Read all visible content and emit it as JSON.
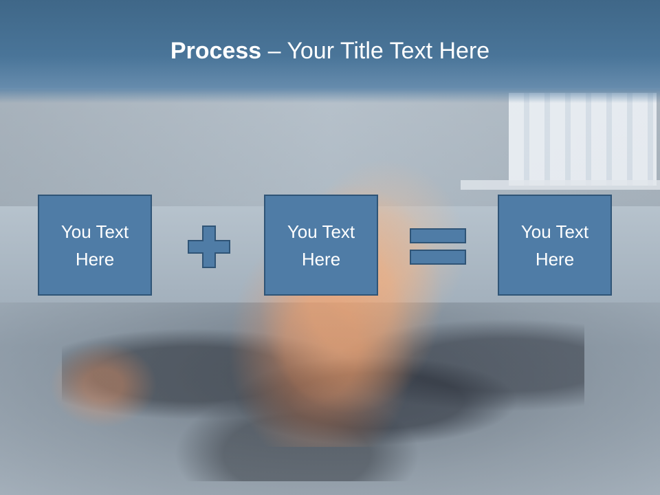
{
  "slide": {
    "title_bold": "Process",
    "title_rest": " – Your Title Text Here",
    "boxes": [
      {
        "text": "You Text Here"
      },
      {
        "text": "You Text Here"
      },
      {
        "text": "You Text Here"
      }
    ],
    "operators": [
      "plus-icon",
      "equals-icon"
    ],
    "colors": {
      "title_bar": "#4a7599",
      "box_fill": "#4f7ca6",
      "box_border": "#2f5476",
      "text": "#ffffff"
    }
  }
}
